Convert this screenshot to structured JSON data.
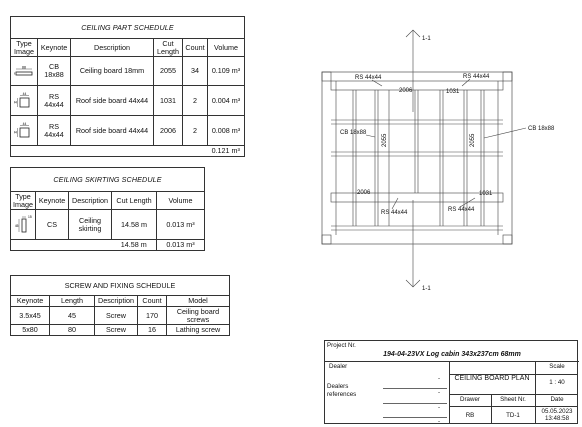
{
  "ceiling_part_schedule": {
    "title": "CEILING PART SCHEDULE",
    "headers": [
      "Type Image",
      "Keynote",
      "Description",
      "Cut Length",
      "Count",
      "Volume"
    ],
    "rows": [
      {
        "keynote": "CB 18x88",
        "description": "Ceiling board 18mm",
        "cut_length": "2055",
        "count": "34",
        "volume": "0.109 m³",
        "icon_dims": [
          "88",
          "18"
        ]
      },
      {
        "keynote": "RS 44x44",
        "description": "Roof side board 44x44",
        "cut_length": "1031",
        "count": "2",
        "volume": "0.004 m³",
        "icon_dims": [
          "44",
          "44"
        ]
      },
      {
        "keynote": "RS 44x44",
        "description": "Roof side board 44x44",
        "cut_length": "2006",
        "count": "2",
        "volume": "0.008 m³",
        "icon_dims": [
          "44",
          "44"
        ]
      }
    ],
    "total_volume": "0.121 m³"
  },
  "ceiling_skirting_schedule": {
    "title": "CEILING SKIRTING SCHEDULE",
    "headers": [
      "Type Image",
      "Keynote",
      "Description",
      "Cut Length",
      "Volume"
    ],
    "rows": [
      {
        "keynote": "CS",
        "description": "Ceiling skirting",
        "cut_length": "14.58 m",
        "volume": "0.013 m³",
        "icon_dims": [
          "15",
          "45"
        ]
      }
    ],
    "total_cut_length": "14.58 m",
    "total_volume": "0.013 m³"
  },
  "screw_schedule": {
    "title": "SCREW AND FIXING SCHEDULE",
    "headers": [
      "Keynote",
      "Length",
      "Description",
      "Count",
      "Model"
    ],
    "rows": [
      {
        "keynote": "3.5x45",
        "length": "45",
        "description": "Screw",
        "count": "170",
        "model": "Ceiling board screws"
      },
      {
        "keynote": "5x80",
        "length": "80",
        "description": "Screw",
        "count": "16",
        "model": "Lathing screw"
      }
    ]
  },
  "plan": {
    "section_top": "1-1",
    "section_bottom": "1-1",
    "labels": {
      "rs_top_left": "RS 44x44",
      "rs_top_right": "RS 44x44",
      "dim_2006_top": "2006",
      "dim_1031_top": "1031",
      "cb_left": "CB 18x88",
      "cb_right": "CB 18x88",
      "dim_2055_left": "2055",
      "dim_2055_right": "2055",
      "dim_2006_bottom": "2006",
      "dim_1031_bottom": "1031",
      "rs_bottom_left": "RS 44x44",
      "rs_bottom_right": "RS 44x44"
    }
  },
  "title_block": {
    "project_label": "Project Nr.",
    "project_name": "194-04-23VX Log cabin 343x237cm 68mm",
    "dealer_label": "Dealer",
    "dealers_label": "Dealers",
    "references_label": "references",
    "dash": "-",
    "sheet_title": "CEILING BOARD PLAN",
    "scale_label": "Scale",
    "scale": "1 : 40",
    "drawer_label": "Drawer",
    "sheet_nr_label": "Sheet Nr.",
    "date_label": "Date",
    "drawer": "RB",
    "sheet_nr": "TD-1",
    "date": "05.05.2023",
    "time": "13:48:58"
  }
}
